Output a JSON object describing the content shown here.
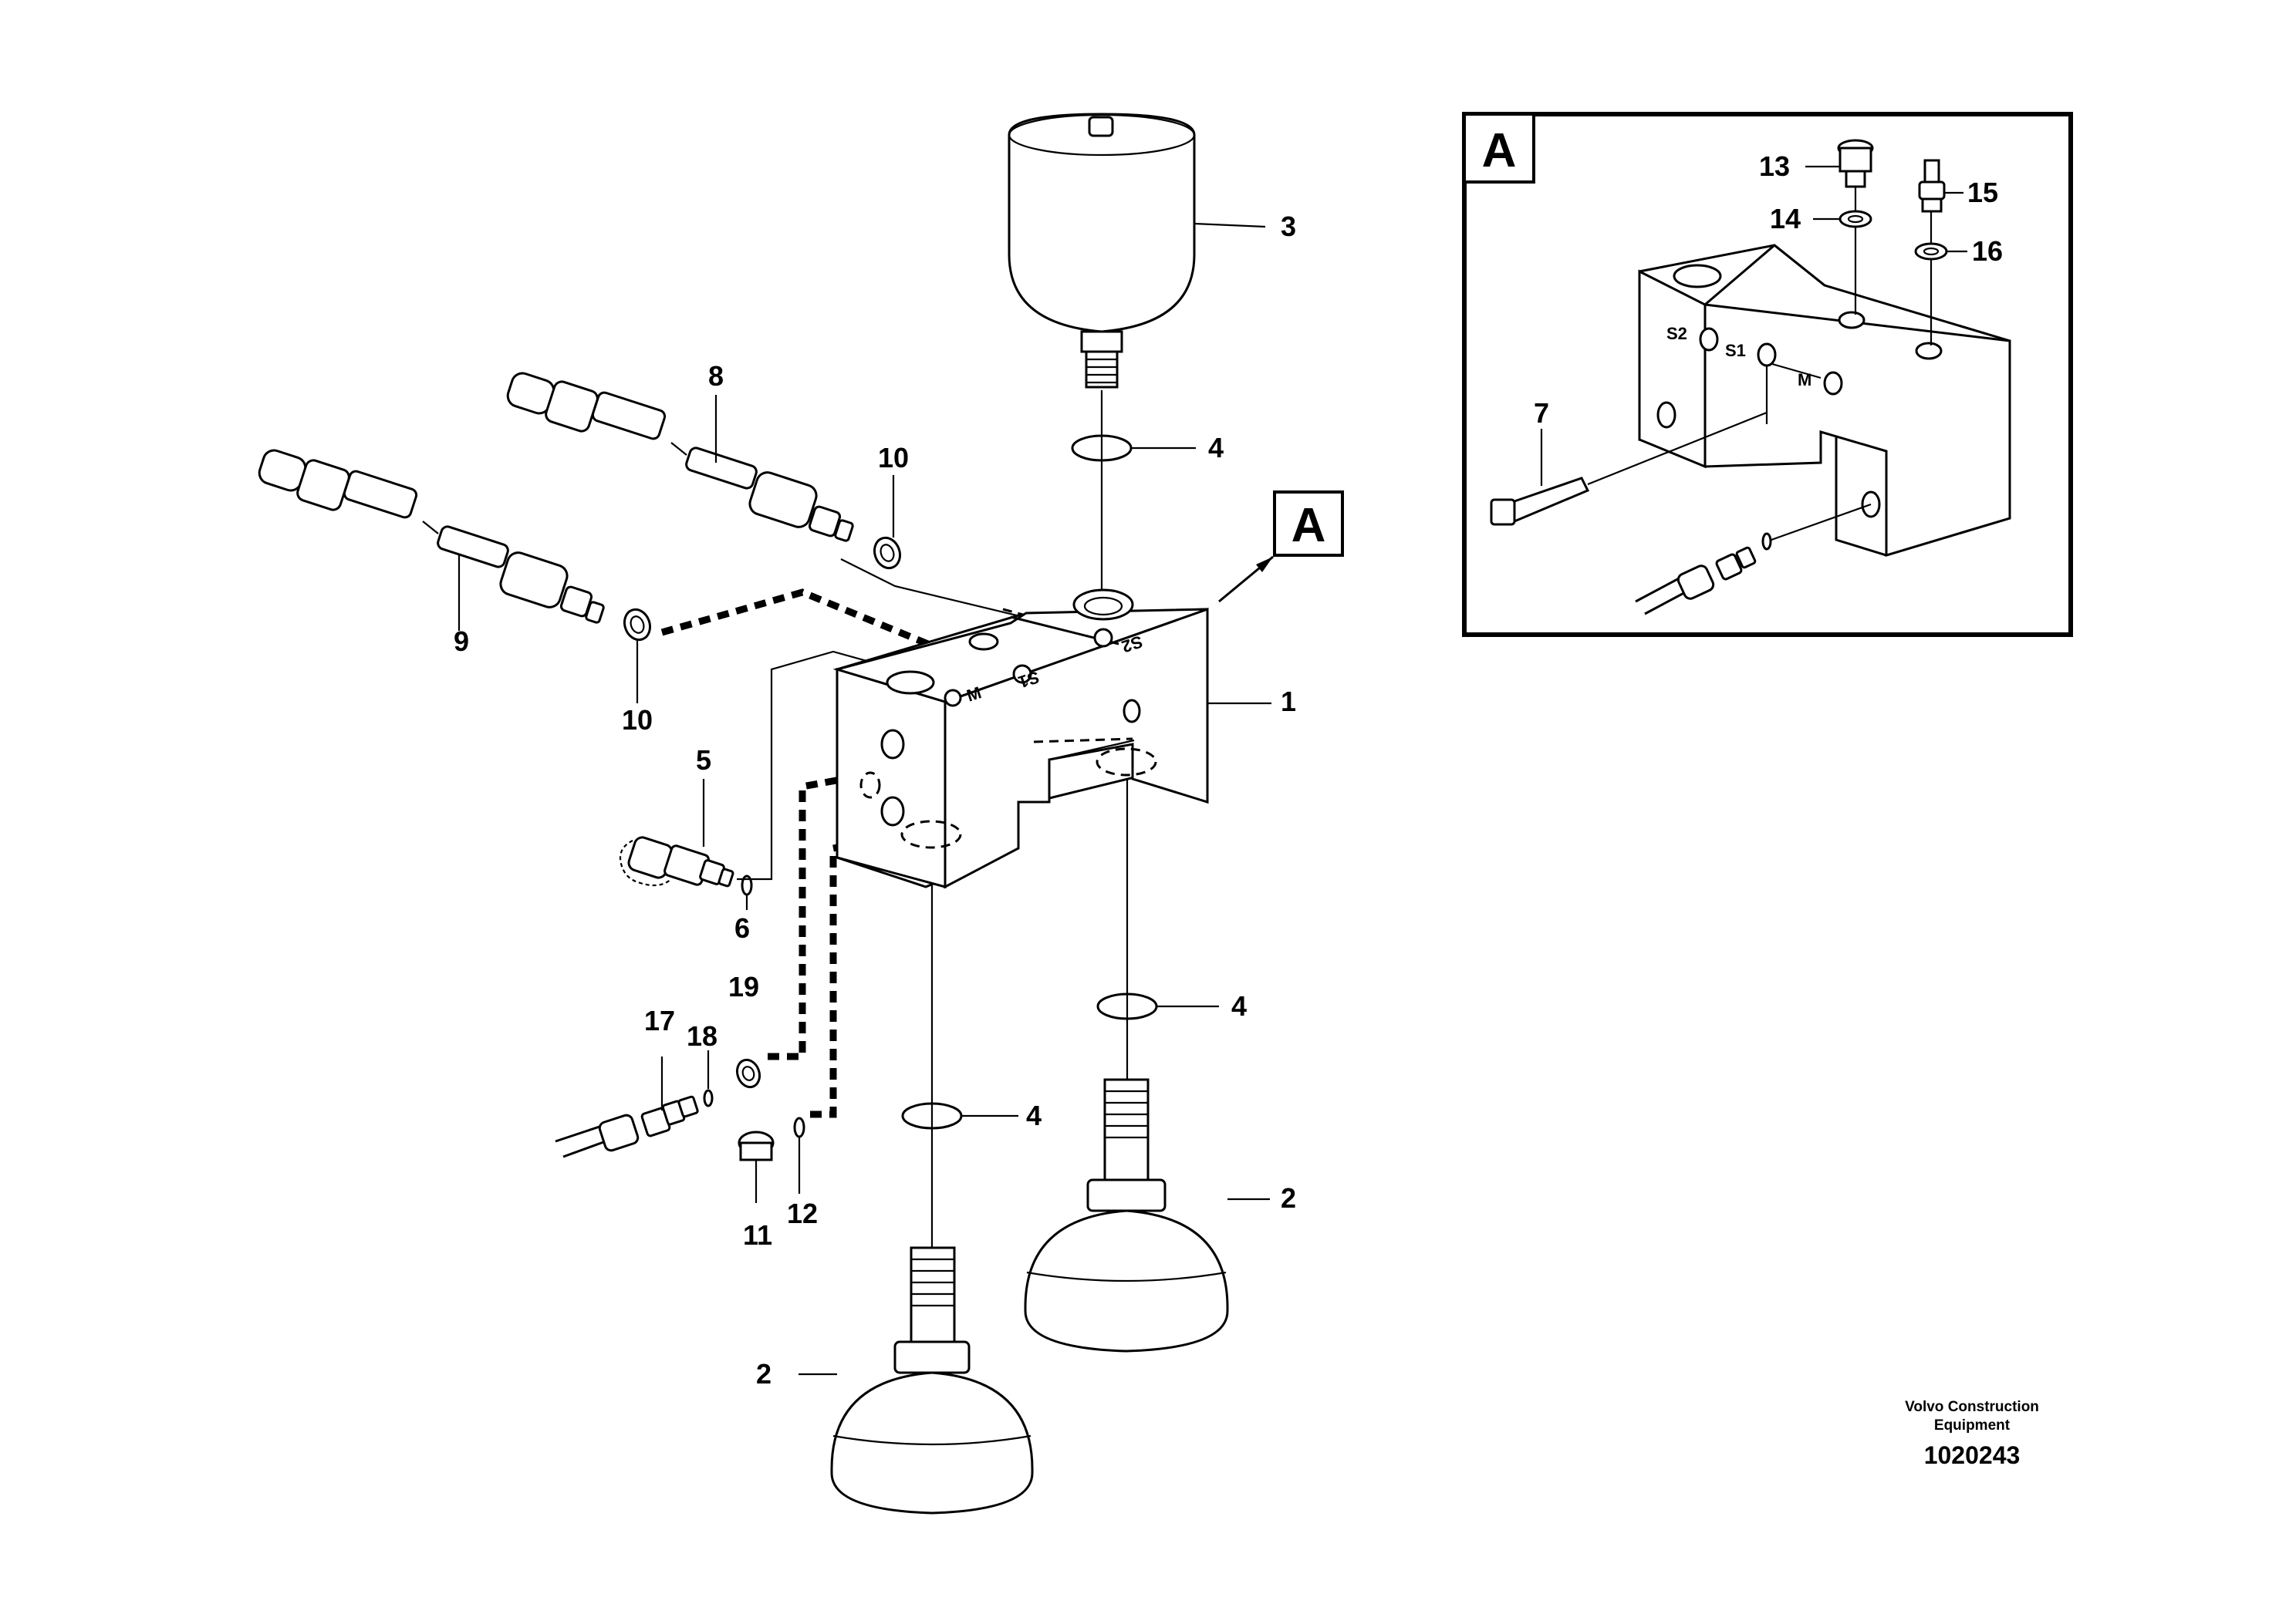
{
  "callouts": {
    "c1": "1",
    "c2a": "2",
    "c2b": "2",
    "c3": "3",
    "c4a": "4",
    "c4b": "4",
    "c4c": "4",
    "c5": "5",
    "c6": "6",
    "c7": "7",
    "c8": "8",
    "c9": "9",
    "c10a": "10",
    "c10b": "10",
    "c11": "11",
    "c12": "12",
    "c13": "13",
    "c14": "14",
    "c15": "15",
    "c16": "16",
    "c17": "17",
    "c18": "18",
    "c19": "19"
  },
  "detail_marker": "A",
  "detail_title": "A",
  "ports": {
    "m": "M",
    "s1": "S1",
    "s2": "S2"
  },
  "ports_detail": {
    "m": "M",
    "s1": "S1",
    "s2": "S2"
  },
  "credit": {
    "line1": "Volvo Construction",
    "line2": "Equipment",
    "number": "1020243"
  }
}
